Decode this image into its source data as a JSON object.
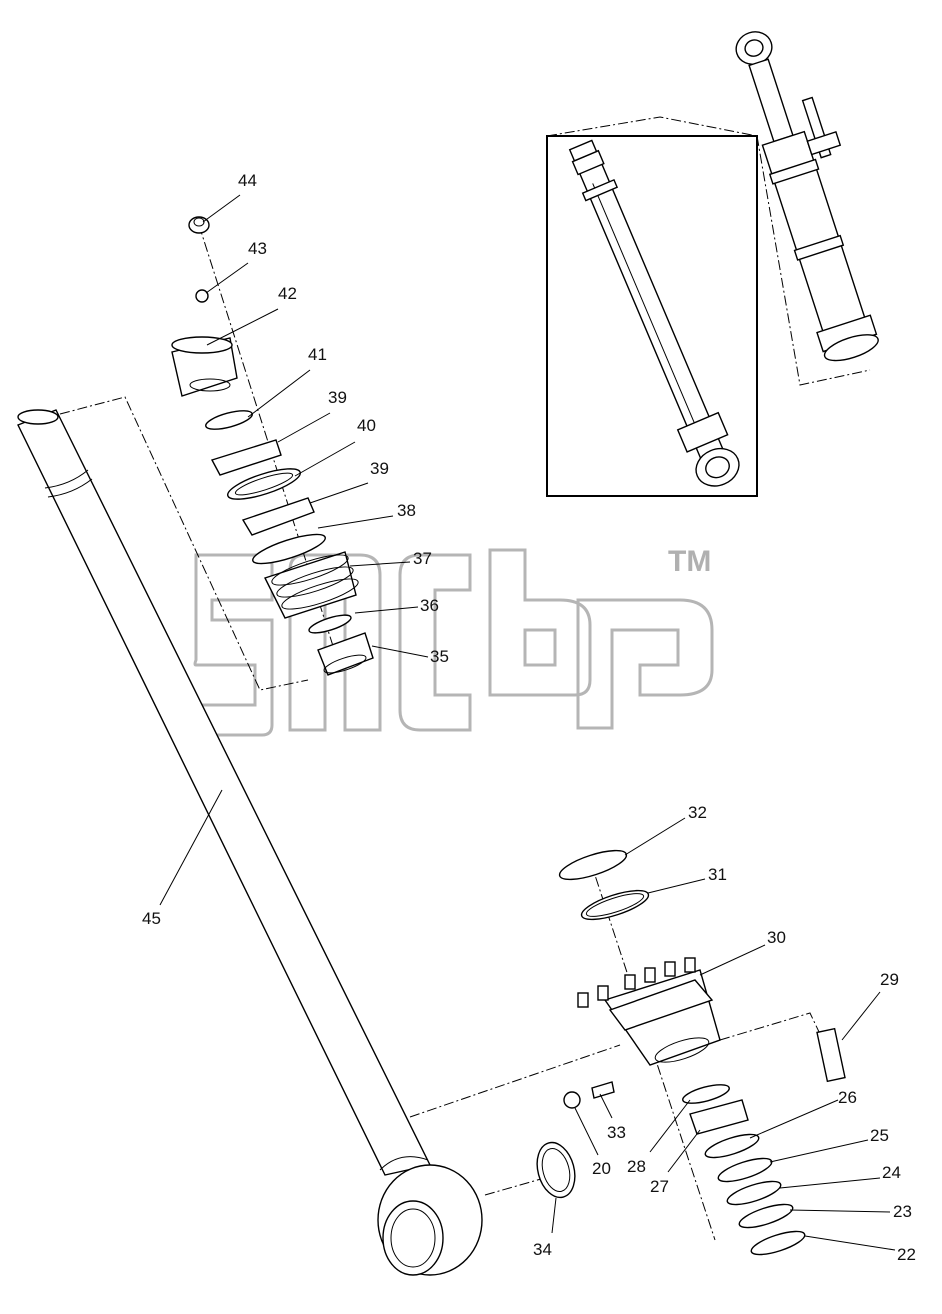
{
  "watermark": {
    "trademark": "TM"
  },
  "callouts": [
    {
      "id": "44",
      "label": "44"
    },
    {
      "id": "43",
      "label": "43"
    },
    {
      "id": "42",
      "label": "42"
    },
    {
      "id": "41",
      "label": "41"
    },
    {
      "id": "39a",
      "label": "39"
    },
    {
      "id": "40",
      "label": "40"
    },
    {
      "id": "39b",
      "label": "39"
    },
    {
      "id": "38",
      "label": "38"
    },
    {
      "id": "37",
      "label": "37"
    },
    {
      "id": "36",
      "label": "36"
    },
    {
      "id": "35",
      "label": "35"
    },
    {
      "id": "45",
      "label": "45"
    },
    {
      "id": "32",
      "label": "32"
    },
    {
      "id": "31",
      "label": "31"
    },
    {
      "id": "30",
      "label": "30"
    },
    {
      "id": "29",
      "label": "29"
    },
    {
      "id": "26",
      "label": "26"
    },
    {
      "id": "25",
      "label": "25"
    },
    {
      "id": "24",
      "label": "24"
    },
    {
      "id": "23",
      "label": "23"
    },
    {
      "id": "22",
      "label": "22"
    },
    {
      "id": "33",
      "label": "33"
    },
    {
      "id": "20",
      "label": "20"
    },
    {
      "id": "28",
      "label": "28"
    },
    {
      "id": "27",
      "label": "27"
    },
    {
      "id": "34",
      "label": "34"
    }
  ]
}
